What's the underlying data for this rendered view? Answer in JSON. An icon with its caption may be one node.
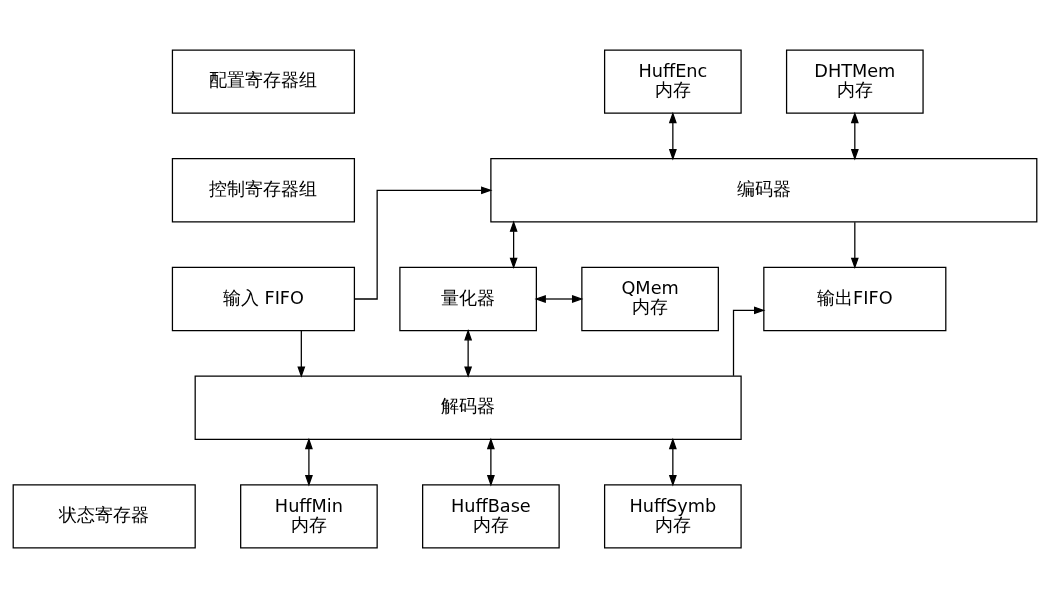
{
  "diagram": {
    "nodes": [
      {
        "text": [
          "配置寄存器组"
        ]
      },
      {
        "text": [
          "控制寄存器组"
        ]
      },
      {
        "text": [
          "输入 FIFO"
        ]
      },
      {
        "text": [
          "状态寄存器"
        ]
      },
      {
        "text": [
          "HuffEnc",
          "内存"
        ]
      },
      {
        "text": [
          "DHTMem",
          "内存"
        ]
      },
      {
        "text": [
          "编码器"
        ]
      },
      {
        "text": [
          "量化器"
        ]
      },
      {
        "text": [
          "QMem",
          "内存"
        ]
      },
      {
        "text": [
          "输出FIFO"
        ]
      },
      {
        "text": [
          "解码器"
        ]
      },
      {
        "text": [
          "HuffMin",
          "内存"
        ]
      },
      {
        "text": [
          "HuffBase",
          "内存"
        ]
      },
      {
        "text": [
          "HuffSymb",
          "内存"
        ]
      }
    ],
    "edges": [
      {
        "from": 4,
        "to": 6,
        "arrow": "both"
      },
      {
        "from": 5,
        "to": 6,
        "arrow": "both"
      },
      {
        "from": 2,
        "to": 6,
        "arrow": "to"
      },
      {
        "from": 2,
        "to": 10,
        "arrow": "to"
      },
      {
        "from": 6,
        "to": 7,
        "arrow": "both"
      },
      {
        "from": 7,
        "to": 8,
        "arrow": "both"
      },
      {
        "from": 6,
        "to": 9,
        "arrow": "to"
      },
      {
        "from": 10,
        "to": 9,
        "arrow": "to"
      },
      {
        "from": 7,
        "to": 10,
        "arrow": "both"
      },
      {
        "from": 10,
        "to": 11,
        "arrow": "both"
      },
      {
        "from": 10,
        "to": 12,
        "arrow": "both"
      },
      {
        "from": 10,
        "to": 13,
        "arrow": "both"
      }
    ]
  }
}
